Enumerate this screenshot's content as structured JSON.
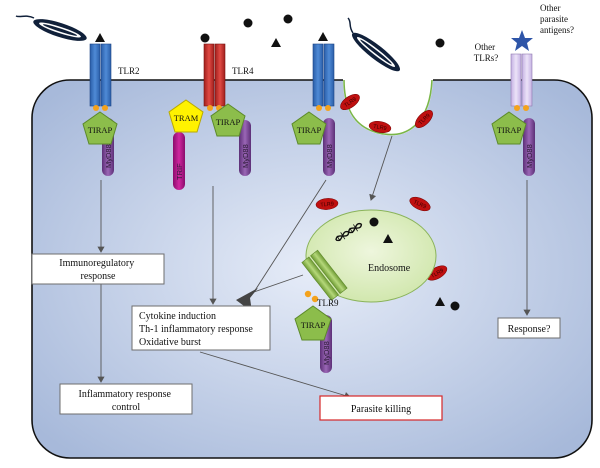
{
  "colors": {
    "cell_fill_center": "#e4ebf7",
    "cell_fill_edge": "#9fb3d6",
    "tlr2": "#3a74c2",
    "tlr4": "#c9302c",
    "tlr_other": "#d8c8ee",
    "tirap": "#8cbd4b",
    "tram": "#fff200",
    "myd88": "#7b4a94",
    "trif": "#b0128a",
    "endosome": "#dcedc0",
    "tlr9": "#93c04f",
    "parasite_killing_border": "#d62728",
    "vesicle_pill": "#c01010"
  },
  "icons": {
    "parasite": "leishmania-parasite-icon",
    "ligand_circle": "black-circle-icon",
    "ligand_triangle": "black-triangle-icon",
    "ligand_star": "blue-star-icon",
    "dna": "dna-helix-icon"
  },
  "labels": {
    "tlr2": "TLR2",
    "tlr4": "TLR4",
    "tlr9": "TLR9",
    "other_tlrs": [
      "Other",
      "TLRs?"
    ],
    "other_antigens": [
      "Other",
      "parasite",
      "antigens?"
    ],
    "tirap": "TIRAP",
    "tram": "TRAM",
    "trif": "TRIF",
    "myd88": "MyD88",
    "endosome": "Endosome",
    "vesicle_protein": "TLR9"
  },
  "boxes": {
    "immunoregulatory": [
      "Immunoregulatory",
      "response"
    ],
    "cytokine": [
      "Cytokine induction",
      "Th-1 inflammatory response",
      "Oxidative burst"
    ],
    "inflammatory_control": [
      "Inflammatory response",
      "control"
    ],
    "parasite_killing": "Parasite killing",
    "response": "Response?"
  }
}
